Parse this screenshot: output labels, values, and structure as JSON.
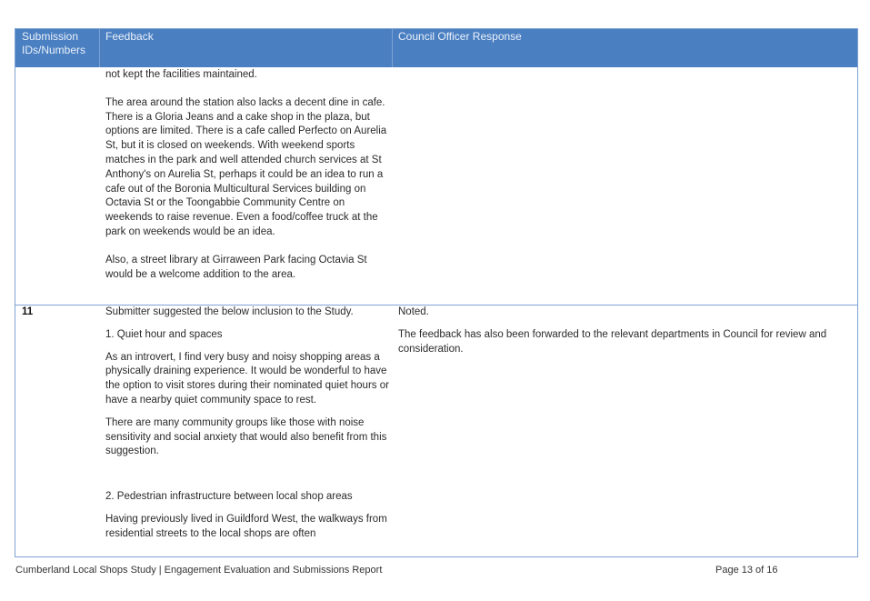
{
  "table": {
    "headers": {
      "col1": "Submission IDs/Numbers",
      "col2": "Feedback",
      "col3": "Council Officer Response"
    },
    "cont_row": {
      "feedback": [
        "not kept the facilities maintained.",
        "The area around the station also lacks a decent dine in cafe. There is a Gloria Jeans and a cake shop in the plaza, but options are limited. There is a cafe called Perfecto on Aurelia St, but it is closed on weekends. With weekend sports matches in the park and well attended church services at St Anthony's on Aurelia St, perhaps it could be an idea to run a cafe out of the Boronia Multicultural Services building on Octavia St or the Toongabbie Community Centre on weekends to raise revenue. Even a food/coffee truck at the park on weekends would be an idea.",
        "Also, a street library at Girraween Park facing Octavia St would be a welcome addition to the area."
      ]
    },
    "row11": {
      "id": "11",
      "feedback": [
        "Submitter suggested the below inclusion to the Study.",
        "1. Quiet hour and spaces",
        "As an introvert, I find very busy and noisy shopping areas a physically draining experience. It would be wonderful to have the option to visit stores during their nominated quiet hours or have a nearby quiet community space to rest.",
        "There are many community groups like those with noise sensitivity and social anxiety that would also benefit from this suggestion.",
        "2. Pedestrian infrastructure between local shop areas",
        "Having previously lived in Guildford West, the walkways from residential streets to the local shops are often"
      ],
      "response": [
        "Noted.",
        "The feedback has also been forwarded to the relevant departments in Council for review and consideration."
      ]
    }
  },
  "footer": {
    "left": "Cumberland Local Shops Study | Engagement Evaluation and Submissions Report",
    "right": "Page 13 of 16"
  }
}
